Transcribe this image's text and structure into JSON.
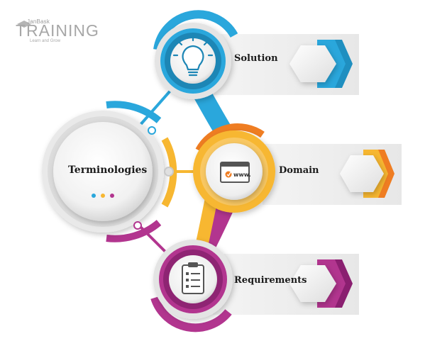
{
  "logo": {
    "brand_small": "JanBask",
    "brand_big": "TRAINING",
    "tagline": "Learn and Grow"
  },
  "center": {
    "label": "Terminologies",
    "dots": [
      "#2aa7dc",
      "#f7b731",
      "#b2358f"
    ]
  },
  "items": [
    {
      "label": "Solution",
      "icon": "lightbulb-icon",
      "color": "#2aa7dc"
    },
    {
      "label": "Domain",
      "icon": "www-browser-icon",
      "icon_text": "www.",
      "color": "#f7b731"
    },
    {
      "label": "Requirements",
      "icon": "clipboard-checklist-icon",
      "color": "#b2358f"
    }
  ],
  "colors": {
    "blue": "#2aa7dc",
    "yellow": "#f7b731",
    "orange": "#ef7d22",
    "magenta": "#b2358f",
    "gray": "#d9d9d9"
  }
}
